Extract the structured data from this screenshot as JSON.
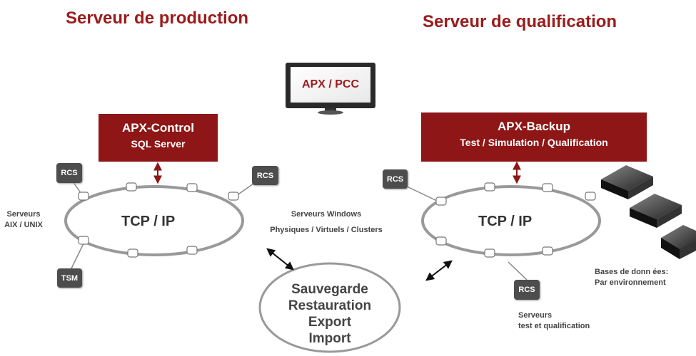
{
  "titles": {
    "production": "Serveur de production",
    "qualification": "Serveur de qualification"
  },
  "monitor": {
    "label": "APX / PCC"
  },
  "control_box": {
    "line1": "APX-Control",
    "line2": "SQL Server"
  },
  "backup_box": {
    "line1": "APX-Backup",
    "line2": "Test / Simulation / Qualification"
  },
  "left_ring": {
    "label": "TCP / IP",
    "rcs_top": "RCS",
    "rcs_right": "RCS",
    "tsm": "TSM",
    "servers_line1": "Serveurs",
    "servers_line2": "AIX / UNIX"
  },
  "windows_servers": {
    "line1": "Serveurs Windows",
    "line2": "Physiques / Virtuels /  Clusters"
  },
  "right_ring": {
    "label": "TCP / IP",
    "rcs_left": "RCS",
    "rcs_bottom": "RCS",
    "servers_line1": "Serveurs",
    "servers_line2": "test et qualification"
  },
  "databases": {
    "line1": "Bases de donn ées:",
    "line2": "Par environnement"
  },
  "backup_ops": {
    "line1": "Sauvegarde",
    "line2": "Restauration",
    "line3": "Export",
    "line4": "Import"
  },
  "colors": {
    "accent_red": "#8e1616",
    "title_red": "#9b1b1b",
    "node_gray": "#4d4d4d",
    "ring_gray": "#999999"
  }
}
